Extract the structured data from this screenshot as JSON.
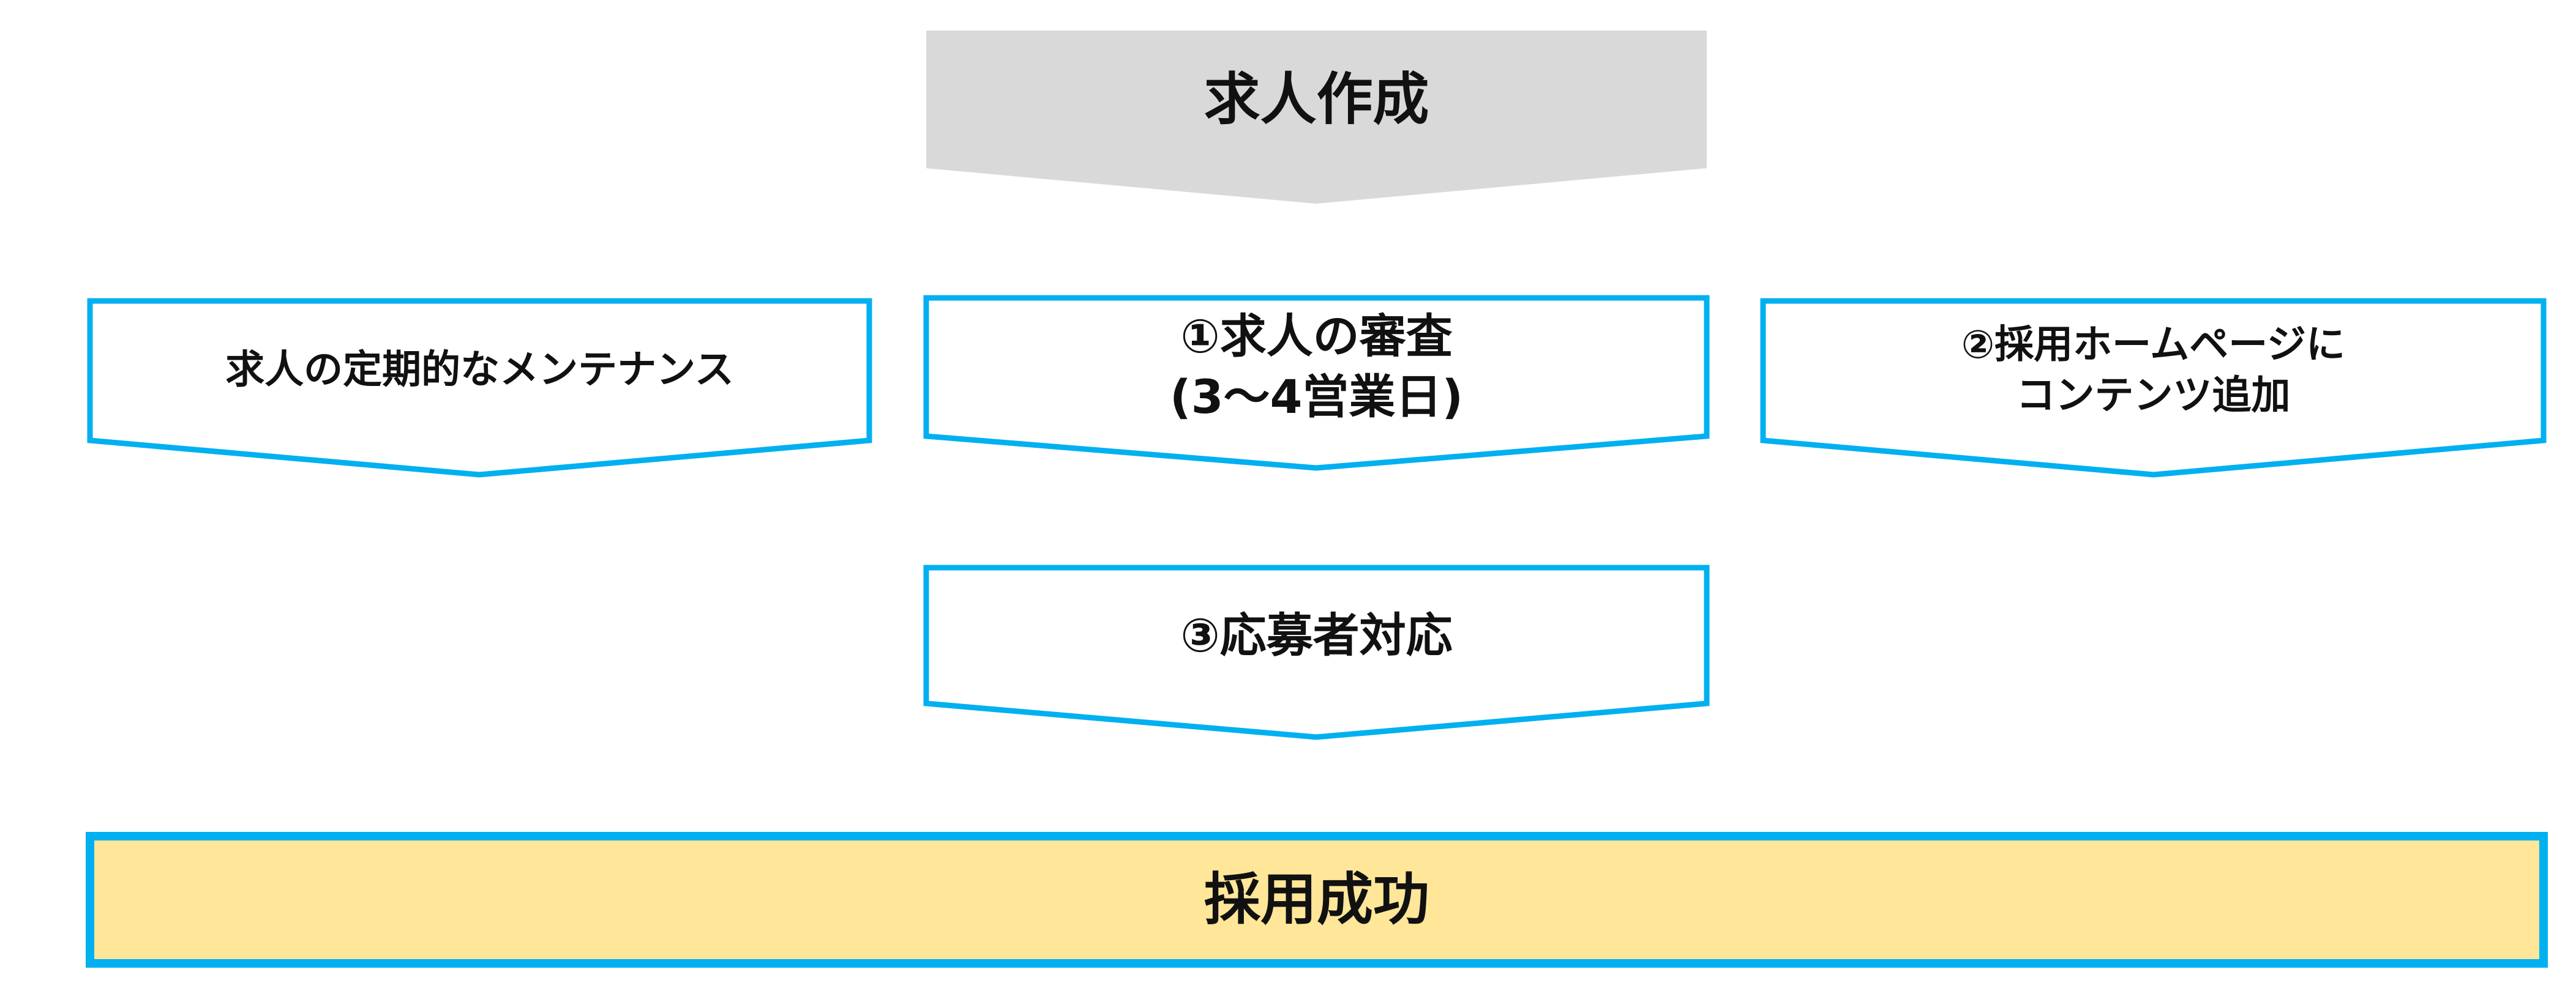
{
  "top": {
    "title": "求人作成"
  },
  "maintenance": {
    "label": "求人の定期的なメンテナンス"
  },
  "review": {
    "line1": "①求人の審査",
    "line2": "(3〜4営業日)"
  },
  "homepage": {
    "line1": "②採用ホームページに",
    "line2": "コンテンツ追加"
  },
  "applicant": {
    "label": "③応募者対応"
  },
  "success": {
    "label": "採用成功"
  },
  "colors": {
    "top_fill": "#d9d9d9",
    "box_stroke": "#00b0f0",
    "success_fill": "#ffe699",
    "text": "#111111"
  }
}
